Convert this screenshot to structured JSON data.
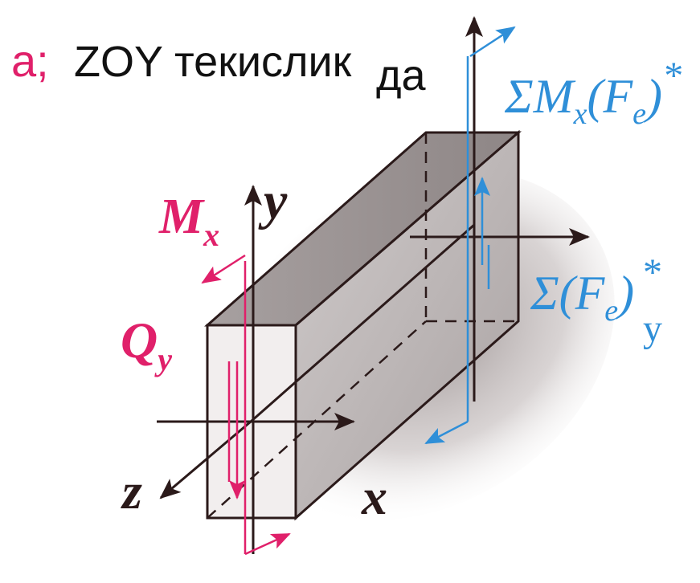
{
  "header": {
    "label": "a;",
    "plane": "ZOY текислик",
    "suffix": "да"
  },
  "beam_labels": {
    "moment_x": "M",
    "moment_x_sub": "x",
    "shear_y": "Q",
    "shear_y_sub": "y",
    "axis_y": "y",
    "axis_z": "z",
    "axis_x": "x"
  },
  "resultant_labels": {
    "sum_moment_main": "ΣM",
    "sum_moment_sub": "x",
    "sum_moment_arg": "(F",
    "sum_moment_arg_sub": "e",
    "sum_moment_close": ")",
    "sum_moment_star": "*",
    "sum_force_main": "Σ(F",
    "sum_force_arg_sub": "e",
    "sum_force_close": ")",
    "sum_force_star": "*",
    "sum_force_sub": "y"
  },
  "colors": {
    "label_pink": "#e0206a",
    "ink": "#2b1a1a",
    "blue": "#2f8fd8",
    "beam_side": "#b9b3b3",
    "beam_front": "#f2eeee",
    "shadow": "#9a9090"
  }
}
